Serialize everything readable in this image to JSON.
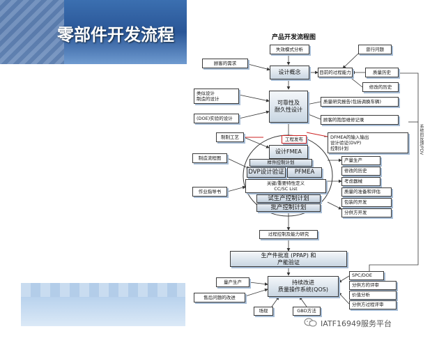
{
  "slide_title": "零部件开发流程",
  "diagram_title": "产品开发流程图",
  "nodes": {
    "failure_mode": "失效模式分析",
    "prior_problems": "曾行问题",
    "customer_needs": "顾客的需求",
    "design_concept": "设计概念",
    "current_process_capability": "目前的过程能力",
    "quality_history": "质量历史",
    "change_history": "修改的历史",
    "similar_design": "类似设计\n制造的设计",
    "reliability_design": "可靠性及\n耐久性设计",
    "quality_report": "质量研究报告(包括调换车辆)",
    "doe_experiment": "(DOE)实验的设计",
    "customer_complaints": "顾客的抱怨维修记录",
    "manufacturing_process": "制制工艺",
    "engineering_release": "工程发布",
    "dfmea_io": "DFMEA的输入输出\n设计验证(DVP)\n控制计划",
    "design_fmea": "设计FMEA",
    "sample_control_plan": "样件控制计划",
    "dvp_verification": "DVP设计验证",
    "pfmea": "PFMEA",
    "process_flow": "制造流程图",
    "key_characteristics": "关键/重要特性定义\nCC/SC List",
    "pilot_production": "产量生产",
    "change_history_right": "修改的历史",
    "assessment_method": "考虑器械",
    "work_instructions": "作业指导书",
    "quantity_prep": "质量的准备和评估",
    "pilot_control_plan": "试生产控制计划",
    "packaging_dev": "包装的开发",
    "production_control_plan": "批产控制计划",
    "supplier_dev": "分供方开发",
    "process_capability_study": "过程控制及能力研究",
    "ppap": "生产件批准 (PPAP) 和\n产能验证",
    "mass_production": "量产生产",
    "continuous_improvement": "持续改进\n质量操作系统(QOS)",
    "spc_doe": "SPC/DOE",
    "supplier_evaluation": "分供方的评审",
    "value_analysis": "价值分析",
    "supplier_audit": "分供方过程评审",
    "after_sales_improvement": "售后问题的改进",
    "field": "场现",
    "gbd": "GBD方法",
    "side_note": "系统的反馈/PDV"
  },
  "watermark": "IATF16949服务平台",
  "colors": {
    "title_band": "#2a5697",
    "box_shade": "#a7bdd6",
    "accent": "#cc2222"
  }
}
